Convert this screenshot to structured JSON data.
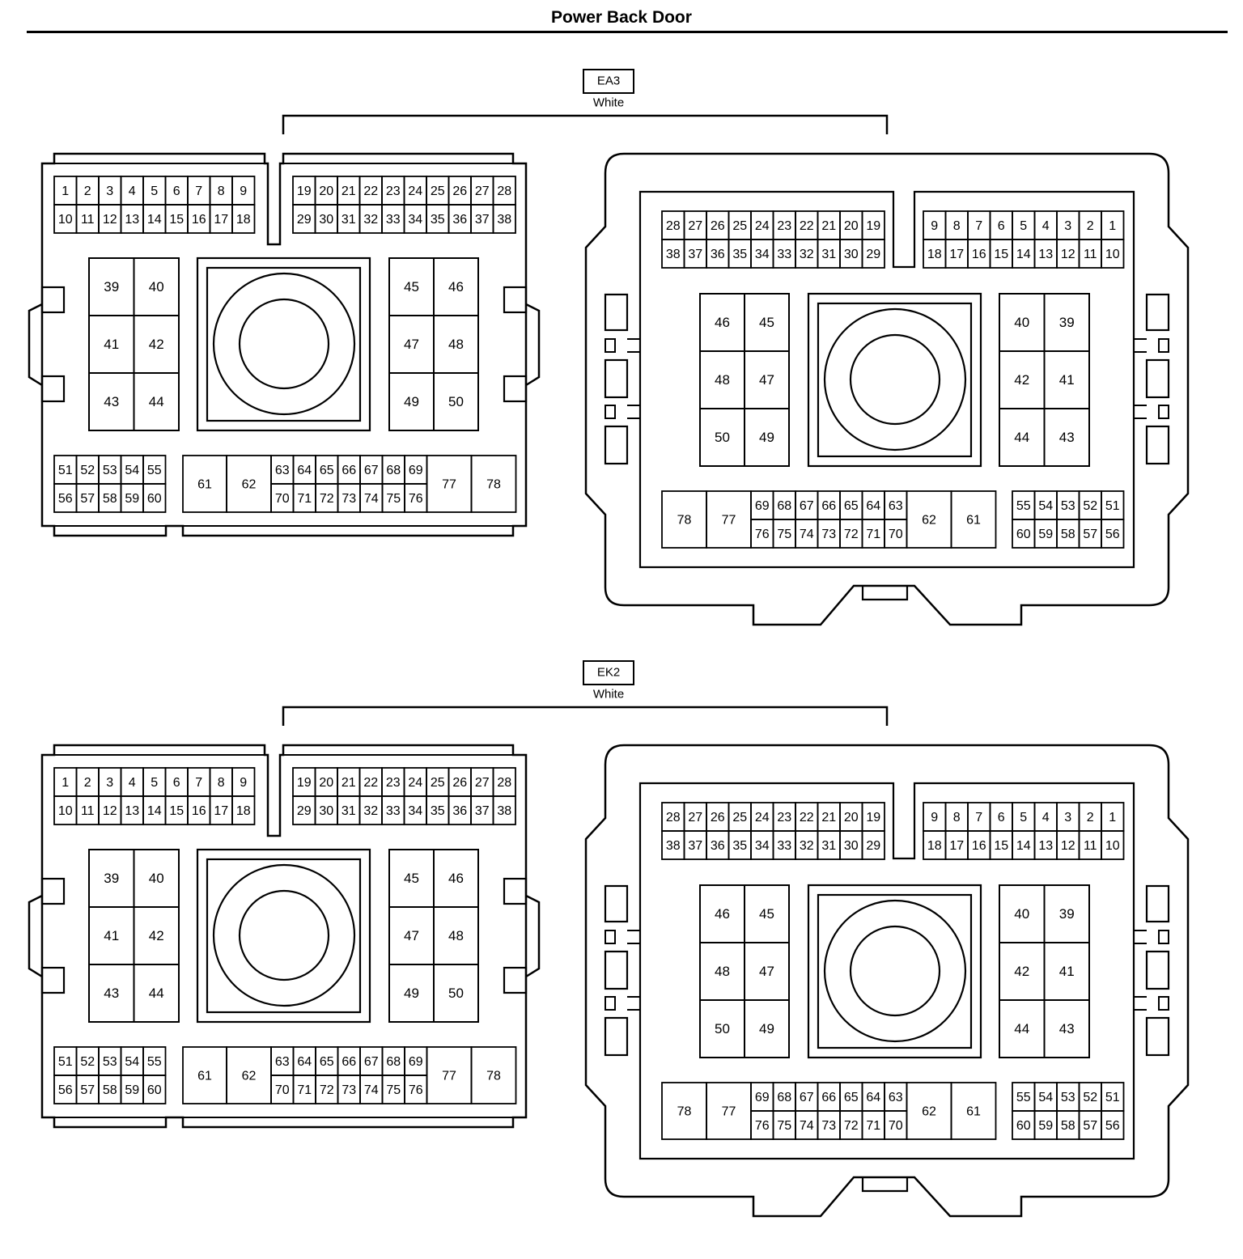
{
  "title": "Power Back Door",
  "connectors": [
    {
      "code": "EA3",
      "color": "White"
    },
    {
      "code": "EK2",
      "color": "White"
    }
  ]
}
